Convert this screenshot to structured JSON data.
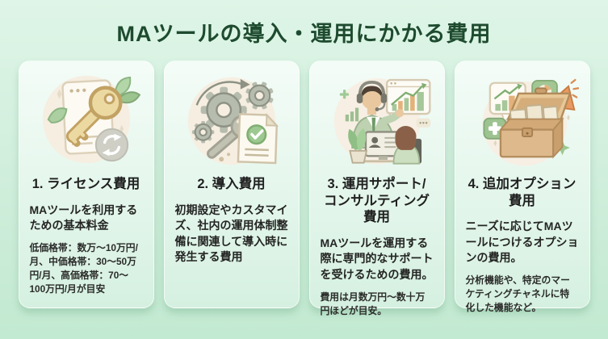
{
  "header": {
    "title": "MAツールの導入・運用にかかる費用"
  },
  "cards": [
    {
      "title": "1. ライセンス費用",
      "summary": "MAツールを利用するための基本料金",
      "detail": "低価格帯：数万〜10万円/月、中価格帯：30〜50万円/月、高価格帯：70〜100万円/月が目安",
      "illustration": "key-license"
    },
    {
      "title": "2. 導入費用",
      "summary": "初期設定やカスタマイズ、社内の運用体制整備に関連して導入時に発生する費用",
      "detail": "",
      "illustration": "gears-setup"
    },
    {
      "title": "3. 運用サポート/\nコンサルティング費用",
      "summary": "MAツールを運用する際に専門的なサポートを受けるための費用。",
      "detail": "費用は月数万円〜数十万円ほどが目安。",
      "illustration": "support-consulting"
    },
    {
      "title": "4. 追加オプション\n費用",
      "summary": "ニーズに応じてMAツールにつけるオプションの費用。",
      "detail": "分析機能や、特定のマーケティングチャネルに特化した機能など。",
      "illustration": "toolbox-options"
    }
  ],
  "colors": {
    "background_top": "#def5e7",
    "background_bottom": "#c2e9d1",
    "card_top": "#f4fcf7",
    "card_bottom": "#d5f0e0",
    "heading_text": "#1e4b2f",
    "body_text": "#242523",
    "illustration_circle": "#f6eee1",
    "accent_green": "#9cc98f",
    "accent_orange": "#e3b27a",
    "key_gold": "#ecd9a2"
  }
}
